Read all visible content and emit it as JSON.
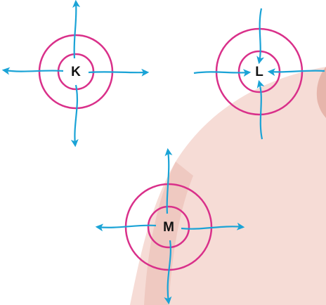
{
  "colors": {
    "ring": "#d9308a",
    "arrow": "#1aa3d6",
    "background_light": "#f6dcd6",
    "background_mid": "#efc9c1",
    "background_dark": "#e6b5ab"
  },
  "nodes": [
    {
      "id": "k",
      "label": "K",
      "flow": "outward"
    },
    {
      "id": "l",
      "label": "L",
      "flow": "inward"
    },
    {
      "id": "m",
      "label": "M",
      "flow": "outward"
    }
  ]
}
